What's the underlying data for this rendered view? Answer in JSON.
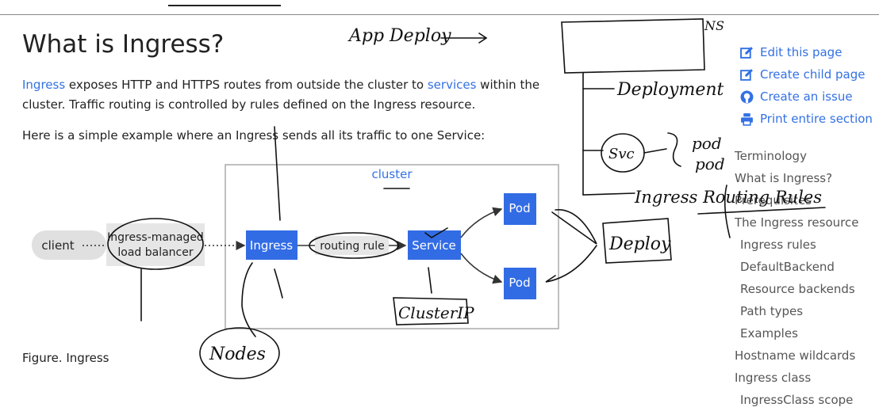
{
  "page": {
    "title": "What is Ingress?",
    "p1": {
      "link1": "Ingress",
      "t1": " exposes HTTP and HTTPS routes from outside the cluster to ",
      "link2": "services",
      "t2": " within the cluster. Traffic routing is controlled by rules defined on the Ingress resource."
    },
    "p2": "Here is a simple example where an Ingress sends all its traffic to one Service:",
    "figure_caption": "Figure. Ingress"
  },
  "diagram": {
    "client": "client",
    "lb_line1": "Ingress-managed",
    "lb_line2": "load balancer",
    "cluster": "cluster",
    "ingress": "Ingress",
    "routing_rule": "routing rule",
    "service": "Service",
    "pod1": "Pod",
    "pod2": "Pod"
  },
  "sidebar_actions": [
    {
      "label": "Edit this page",
      "icon": "edit-icon"
    },
    {
      "label": "Create child page",
      "icon": "edit-icon"
    },
    {
      "label": "Create an issue",
      "icon": "github-icon"
    },
    {
      "label": "Print entire section",
      "icon": "print-icon"
    }
  ],
  "toc": [
    {
      "label": "Terminology"
    },
    {
      "label": "What is Ingress?"
    },
    {
      "label": "Prerequisites"
    },
    {
      "label": "The Ingress resource"
    },
    {
      "label": "Ingress rules"
    },
    {
      "label": "DefaultBackend"
    },
    {
      "label": "Resource backends"
    },
    {
      "label": "Path types"
    },
    {
      "label": "Examples"
    },
    {
      "label": "Hostname wildcards"
    },
    {
      "label": "Ingress class"
    },
    {
      "label": "IngressClass scope"
    }
  ],
  "annotations": {
    "app_deploy": "App Deploy",
    "ns": "NS",
    "deployment": "Deployment",
    "svc": "Svc",
    "pod_a": "pod",
    "pod_b": "pod",
    "ingress_rules": "Ingress Routing Rules",
    "deploy": "Deploy",
    "cluster_ip": "ClusterIP",
    "nodes": "Nodes"
  }
}
